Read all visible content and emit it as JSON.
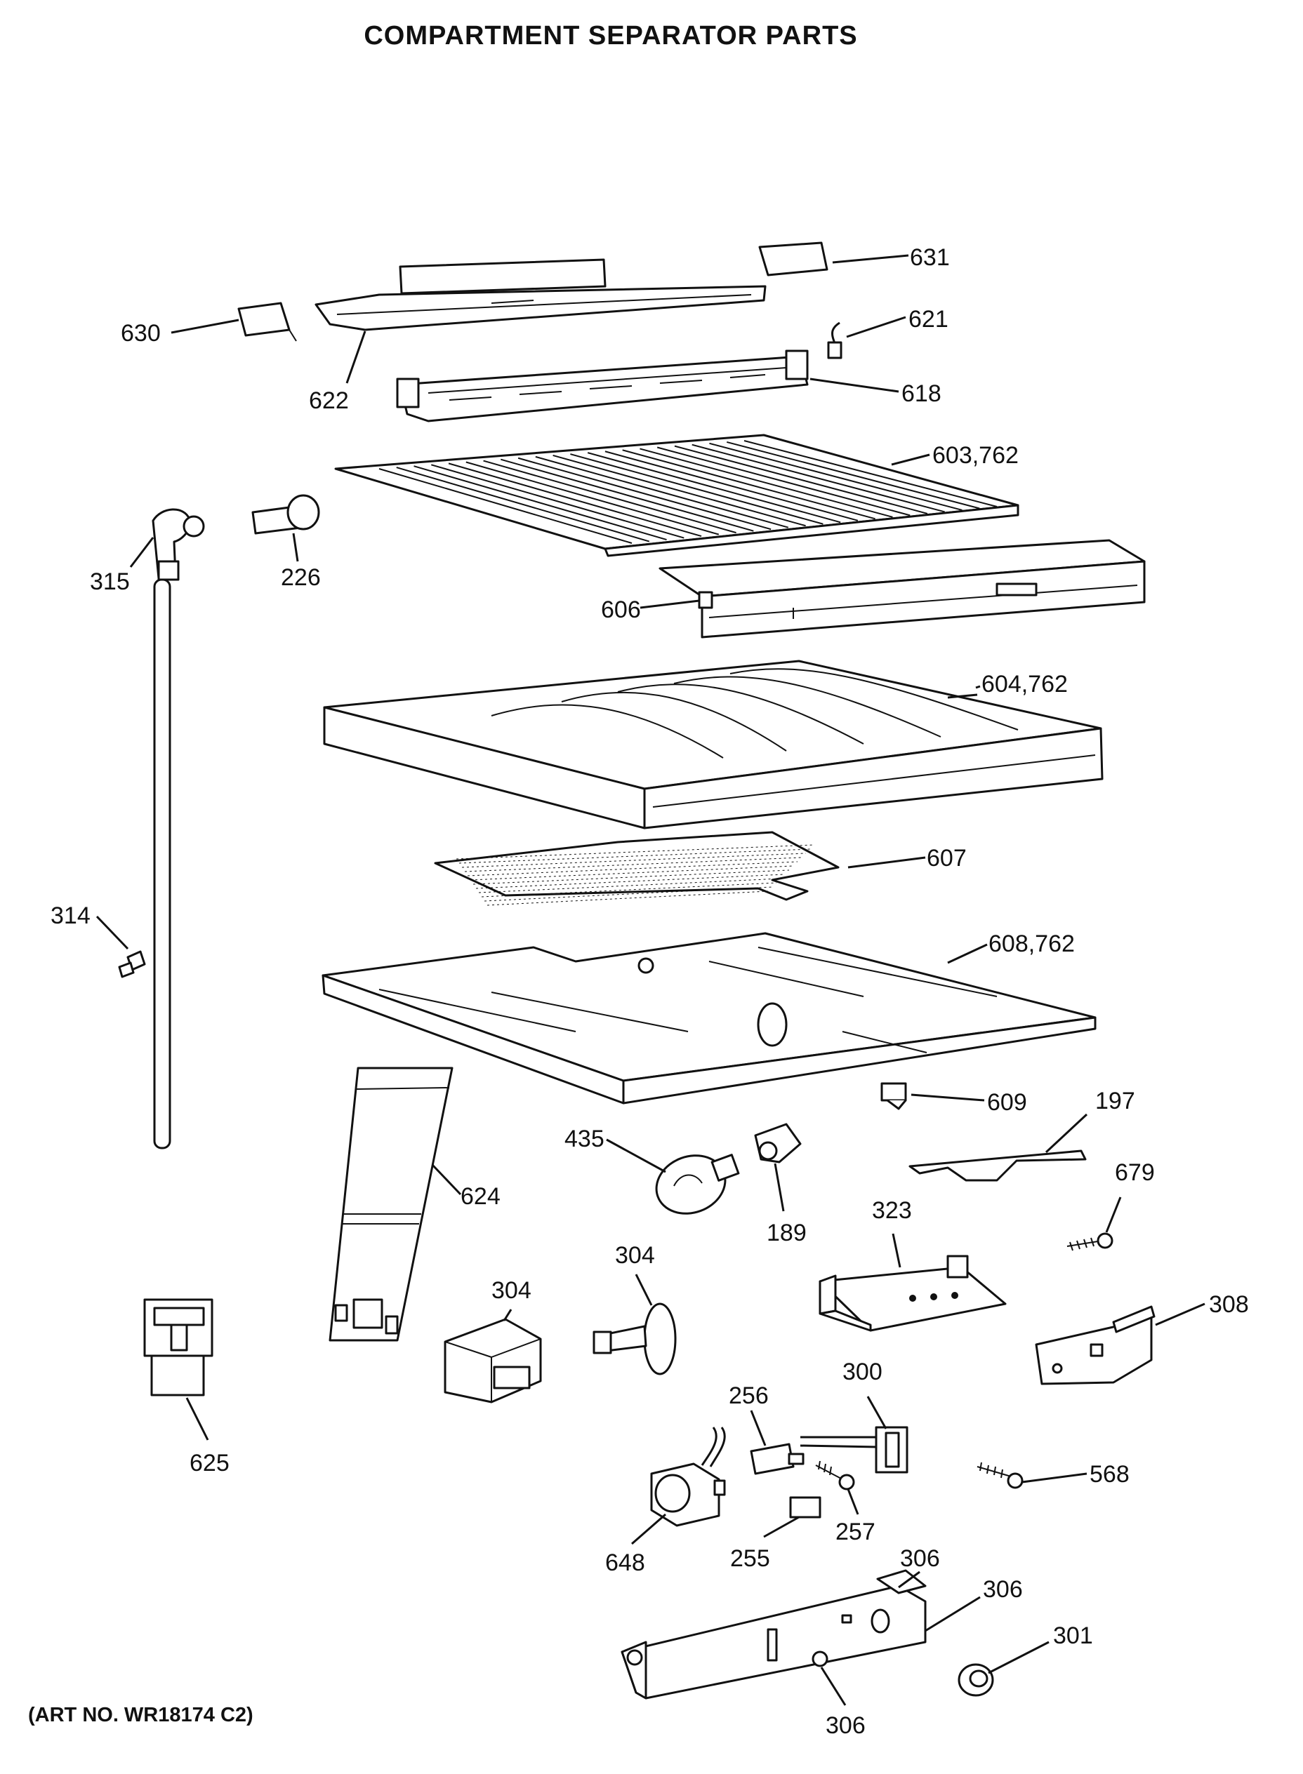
{
  "title": "COMPARTMENT SEPARATOR PARTS",
  "art_number": "(ART NO. WR18174 C2)",
  "callouts": {
    "c631": "631",
    "c630": "630",
    "c621": "621",
    "c622": "622",
    "c618": "618",
    "c603": "603,762",
    "c315": "315",
    "c226": "226",
    "c606": "606",
    "c604": "604,762",
    "c607": "607",
    "c314": "314",
    "c608": "608,762",
    "c609": "609",
    "c197": "197",
    "c435": "435",
    "c624": "624",
    "c189": "189",
    "c323": "323",
    "c679": "679",
    "c304a": "304",
    "c304b": "304",
    "c308": "308",
    "c625": "625",
    "c256": "256",
    "c300": "300",
    "c568": "568",
    "c257": "257",
    "c255": "255",
    "c648": "648",
    "c306a": "306",
    "c306b": "306",
    "c301": "301",
    "c306c": "306"
  }
}
